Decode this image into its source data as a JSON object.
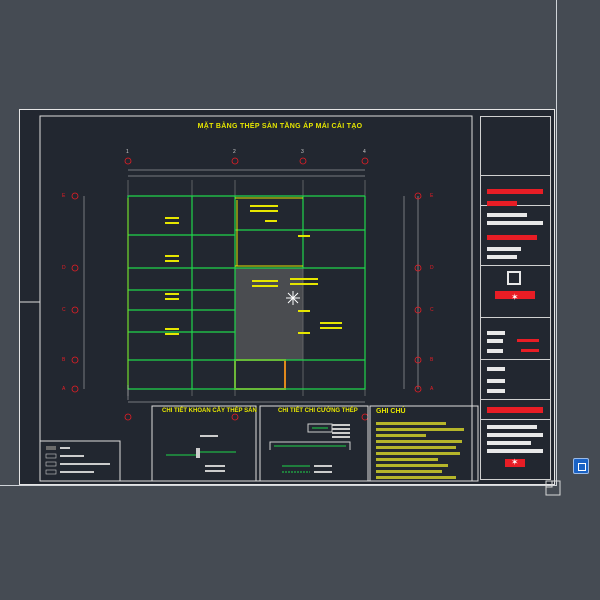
{
  "drawing": {
    "plan_title": "MẶT BẰNG THÉP SÀN TẦNG ÁP MÁI CẢI TẠO",
    "detail_1_title": "CHI TIẾT KHOAN CẤY THÉP SÀN",
    "detail_2_title": "CHI TIẾT CHI CƯỜNG THÉP",
    "notes_title": "GHI CHÚ",
    "column_axes": [
      "1",
      "2",
      "3",
      "4"
    ],
    "row_axes_left": [
      "E",
      "D",
      "C",
      "B",
      "A"
    ],
    "row_axes_right": [
      "E",
      "D",
      "C",
      "B",
      "A"
    ]
  },
  "colors": {
    "canvas": "#454b53",
    "sheet": "#222730",
    "green": "#1fd64a",
    "yellow": "#e6e600",
    "red": "#e81d25",
    "orange": "#e0891c",
    "white": "#e6e6e6"
  },
  "icons": {
    "nav_cube": "viewcube-icon",
    "corner_grip": "resize-grip-icon"
  }
}
